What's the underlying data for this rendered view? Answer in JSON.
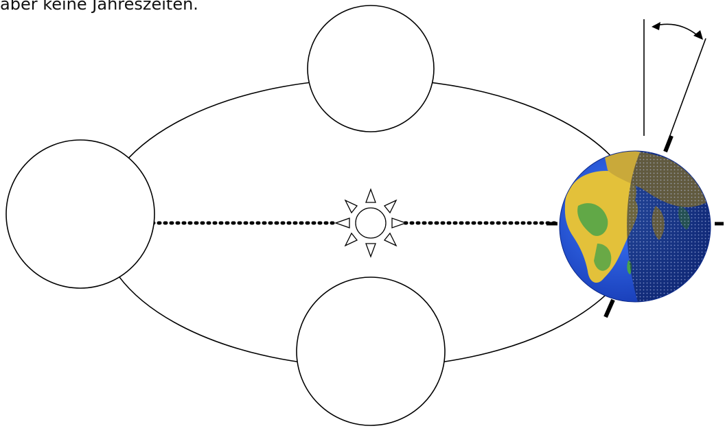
{
  "caption": {
    "text": "aber keine Jahreszeiten."
  },
  "diagram": {
    "subject": "earth-orbit-seasons",
    "elements": [
      "orbit-ellipse",
      "sun",
      "blank-earth-position-top",
      "blank-earth-position-left",
      "blank-earth-position-bottom",
      "earth-globe-right",
      "axis-tilt-indicator"
    ],
    "colors": {
      "line": "#000000",
      "ocean": "#1d4fd6",
      "land": "#e3c13a",
      "vegetation": "#4aa34a",
      "night_shade": "#0b1a44",
      "background": "#ffffff"
    },
    "icons": {
      "sun": "sun-icon",
      "earth": "globe-icon",
      "tilt_arrow": "double-arrow-icon"
    }
  }
}
